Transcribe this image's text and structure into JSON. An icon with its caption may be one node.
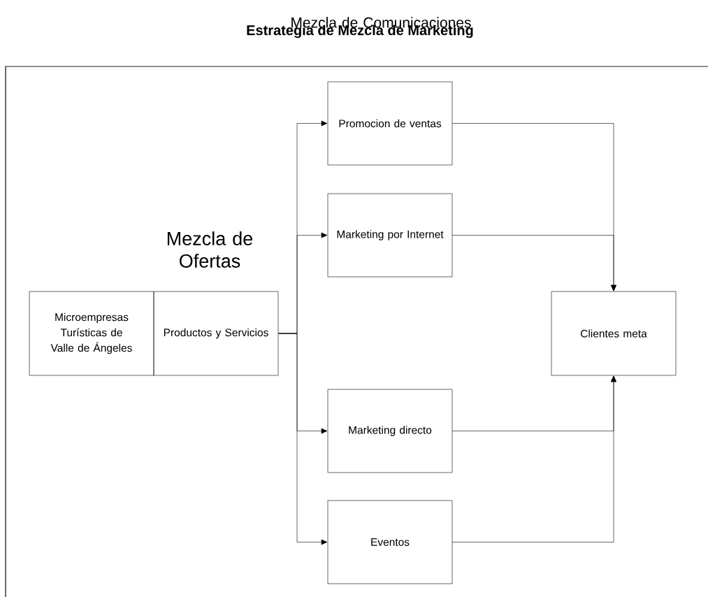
{
  "diagram": {
    "title": "Estrategia de Mezcla de Marketing",
    "nodes": [
      {
        "text": [
          "Microempresas Turísticas de Valle de Ángeles"
        ]
      },
      {
        "text": [
          "Productos y Servicios"
        ]
      },
      {
        "text": [
          "Promocion de ventas"
        ]
      },
      {
        "text": [
          "Marketing por Internet"
        ]
      },
      {
        "text": [
          "Marketing directo"
        ]
      },
      {
        "text": [
          "Eventos"
        ]
      },
      {
        "text": [
          "Clientes meta"
        ]
      }
    ],
    "edges": [
      {
        "from": 1,
        "to": 2,
        "arrow": "to"
      },
      {
        "from": 1,
        "to": 3,
        "arrow": "to"
      },
      {
        "from": 1,
        "to": 4,
        "arrow": "to"
      },
      {
        "from": 1,
        "to": 5,
        "arrow": "to"
      },
      {
        "from": 2,
        "to": 6,
        "arrow": "to"
      },
      {
        "from": 3,
        "to": 6,
        "arrow": "to"
      },
      {
        "from": 4,
        "to": 6,
        "arrow": "to"
      },
      {
        "from": 5,
        "to": 6,
        "arrow": "to"
      }
    ],
    "labels": [
      "Mezcla de Comunicaciones",
      "Mezcla de Ofertas"
    ]
  }
}
